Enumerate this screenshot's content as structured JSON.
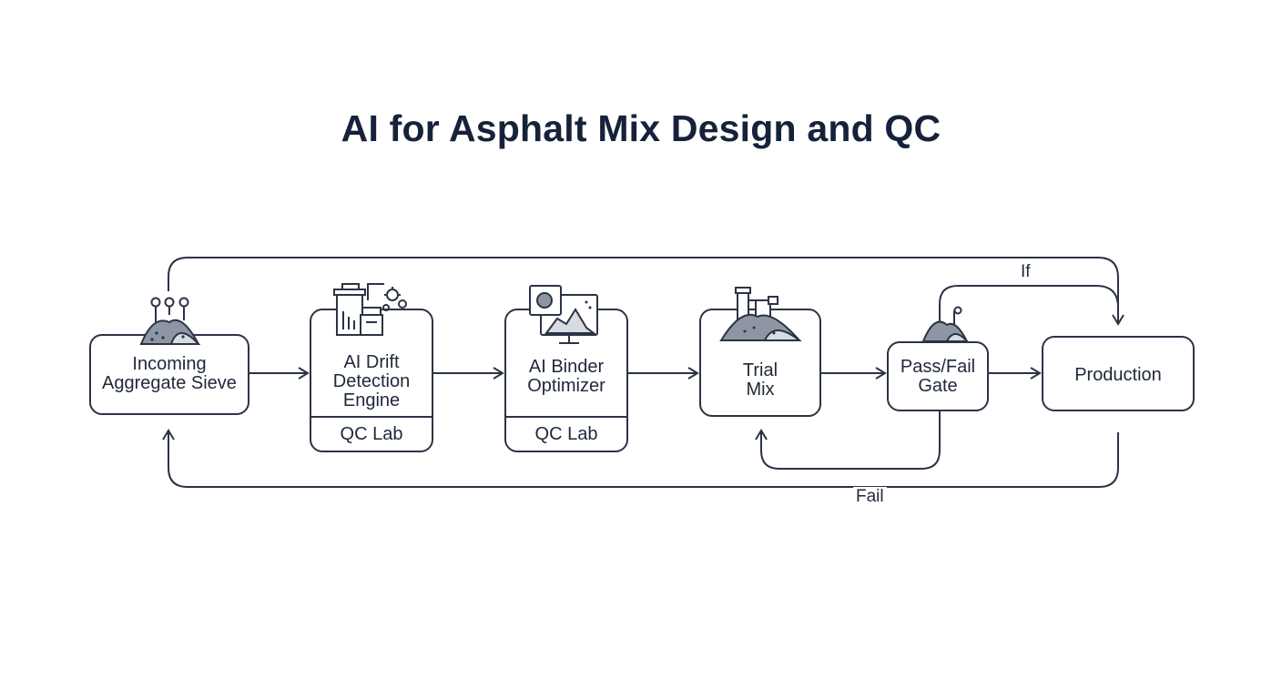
{
  "title": "AI for Asphalt Mix Design and QC",
  "nodes": {
    "incoming": {
      "label": "Incoming\nAggregate Sieve"
    },
    "drift": {
      "label": "AI Drift\nDetection\nEngine",
      "footer": "QC Lab"
    },
    "binder": {
      "label": "AI Binder\nOptimizer",
      "footer": "QC Lab"
    },
    "trial": {
      "label": "Trial\nMix"
    },
    "gate": {
      "label": "Pass/Fail\nGate"
    },
    "production": {
      "label": "Production"
    }
  },
  "edge_labels": {
    "if": "If",
    "fail": "Fail"
  },
  "colors": {
    "stroke": "#2b3445",
    "title": "#16223a",
    "icon_fill": "#8e95a3"
  },
  "icons": [
    "aggregate-pile-icon",
    "lab-equipment-icon",
    "monitor-chart-icon",
    "plant-pile-icon",
    "gate-pile-icon"
  ]
}
